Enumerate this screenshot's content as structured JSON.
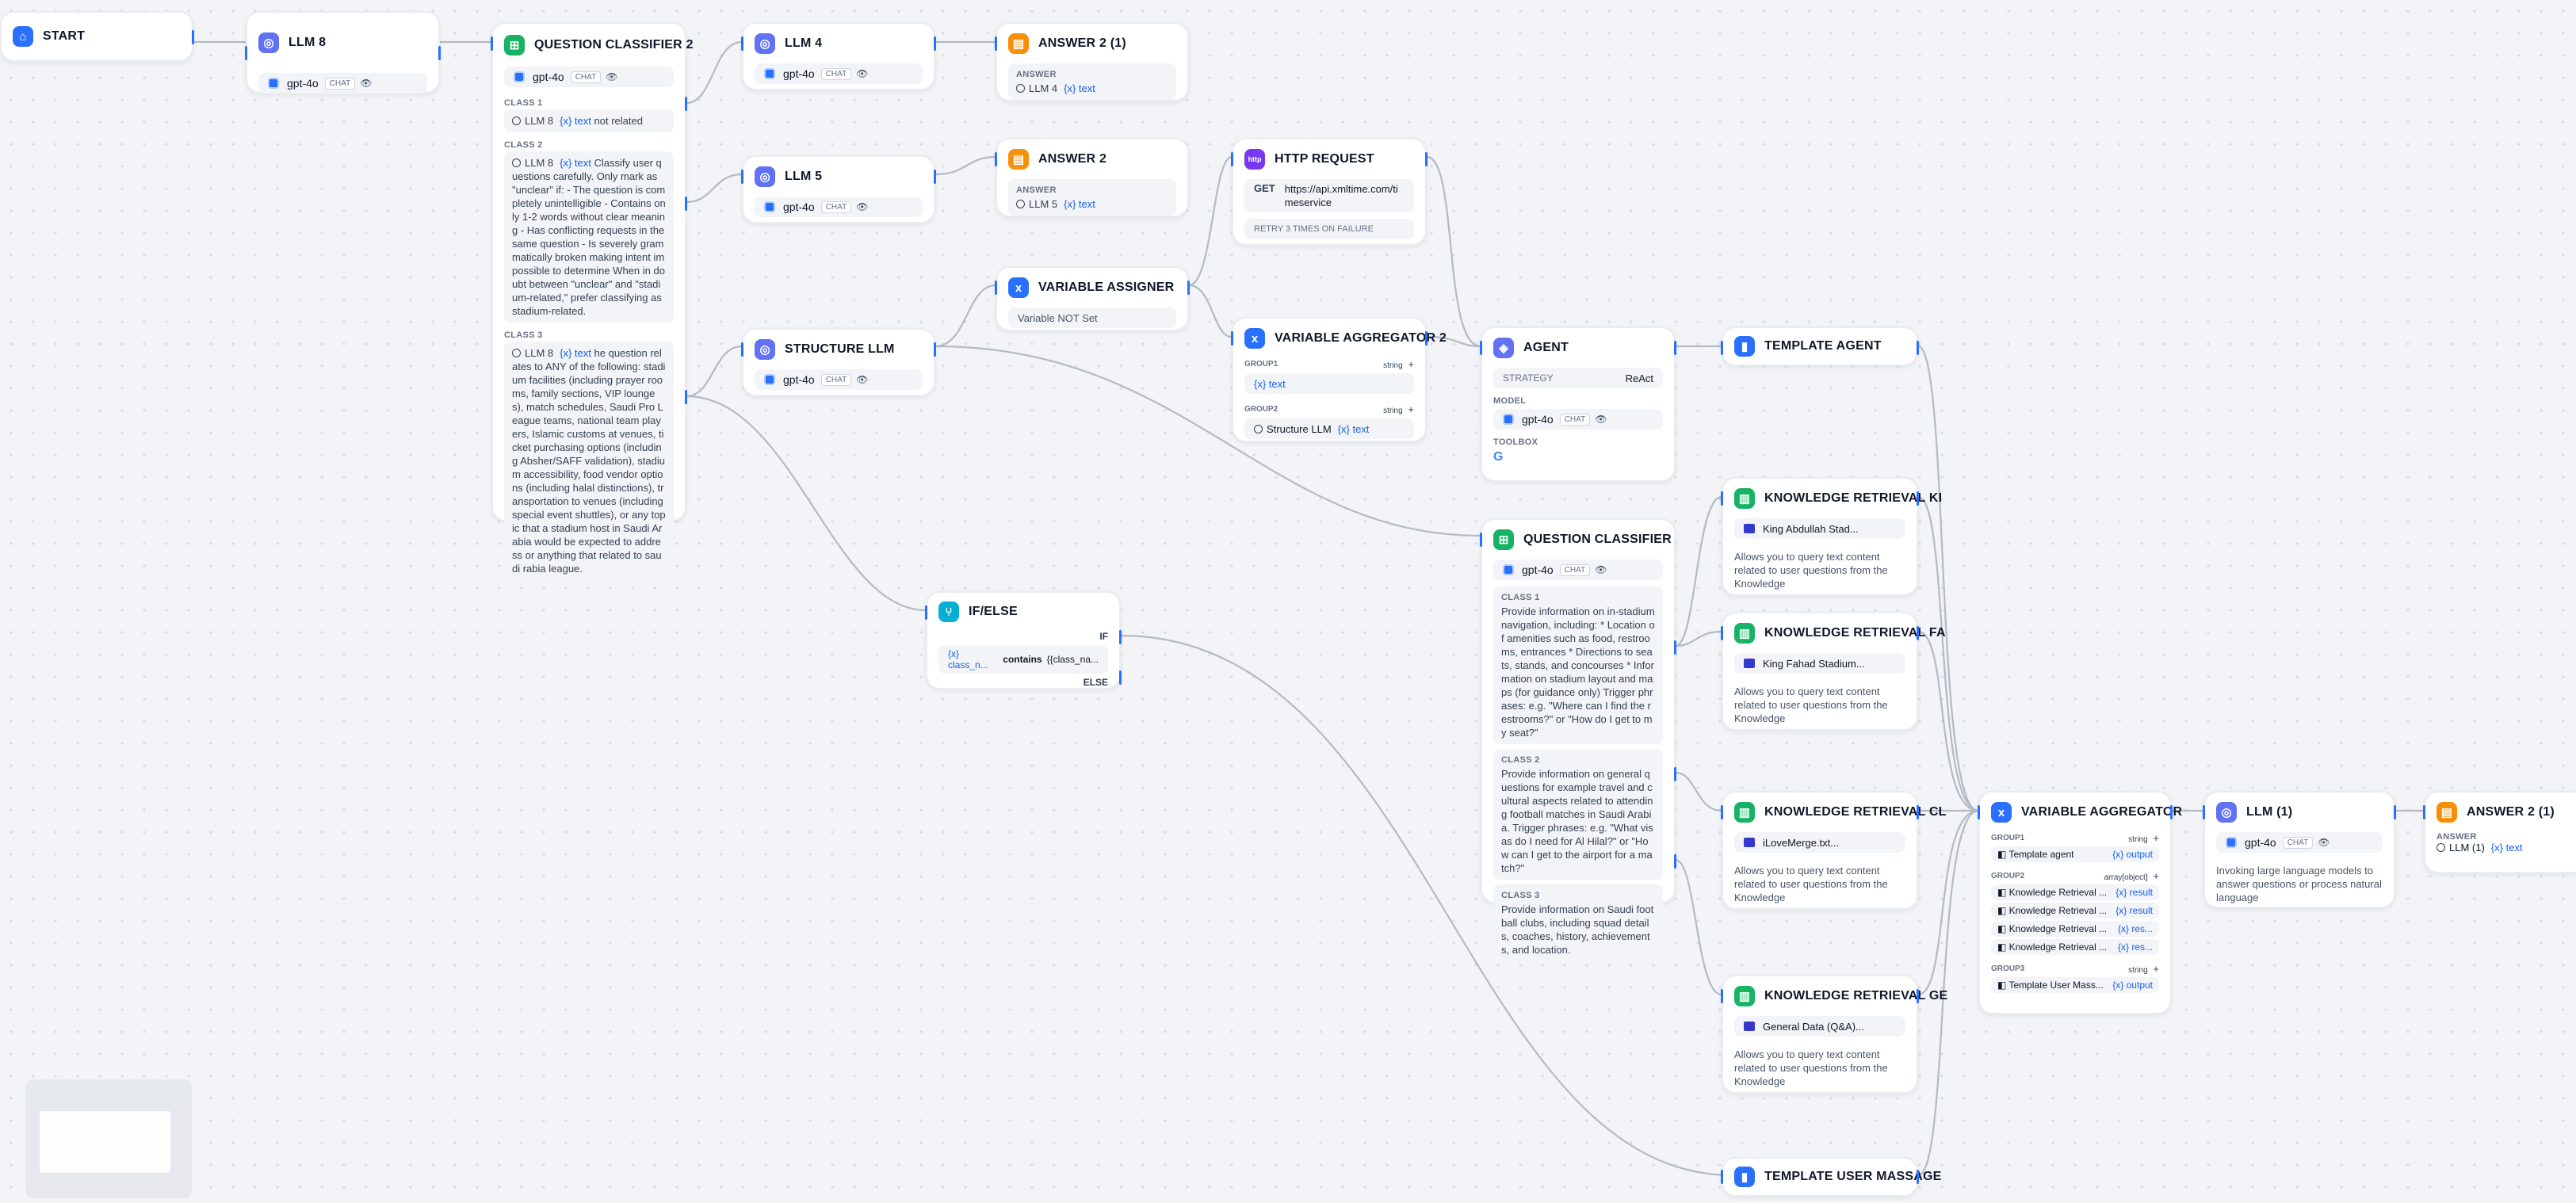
{
  "nodes": {
    "start": {
      "title": "START"
    },
    "llm8": {
      "title": "LLM 8",
      "model": "gpt-4o",
      "mode": "CHAT"
    },
    "qc2": {
      "title": "QUESTION CLASSIFIER 2",
      "model": "gpt-4o",
      "mode": "CHAT",
      "class1": {
        "label": "CLASS 1",
        "ref": "LLM 8",
        "var": "{x} text",
        "text": "not related"
      },
      "class2": {
        "label": "CLASS 2",
        "ref": "LLM 8",
        "var": "{x} text",
        "text": "Classify user questions carefully. Only mark as \"unclear\" if: - The question is completely unintelligible - Contains only 1-2 words without clear meaning - Has conflicting requests in the same question - Is severely grammatically broken making intent impossible to determine When in doubt between \"unclear\" and \"stadium-related,\" prefer classifying as stadium-related."
      },
      "class3": {
        "label": "CLASS 3",
        "ref": "LLM 8",
        "var": "{x} text",
        "text": "he question relates to ANY of the following: stadium facilities (including prayer rooms, family sections, VIP lounges), match schedules, Saudi Pro League teams, national team players, Islamic customs at venues, ticket purchasing options (including Absher/SAFF validation), stadium accessibility, food vendor options (including halal distinctions), transportation to venues (including special event shuttles), or any topic that a stadium host in Saudi Arabia would be expected to address or anything that related to saudi rabia league."
      }
    },
    "llm4": {
      "title": "LLM 4",
      "model": "gpt-4o",
      "mode": "CHAT"
    },
    "llm5": {
      "title": "LLM 5",
      "model": "gpt-4o",
      "mode": "CHAT"
    },
    "structure_llm": {
      "title": "STRUCTURE LLM",
      "model": "gpt-4o",
      "mode": "CHAT"
    },
    "answer21": {
      "title": "ANSWER 2 (1)",
      "label": "ANSWER",
      "ref": "LLM 4",
      "var": "{x} text"
    },
    "answer2": {
      "title": "ANSWER 2",
      "label": "ANSWER",
      "ref": "LLM 5",
      "var": "{x} text"
    },
    "http": {
      "title": "HTTP REQUEST",
      "method": "GET",
      "url": "https://api.xmltime.com/timeservice",
      "retry": "RETRY 3 TIMES ON FAILURE"
    },
    "var_assigner": {
      "title": "VARIABLE ASSIGNER",
      "text": "Variable NOT Set"
    },
    "var_agg2": {
      "title": "VARIABLE AGGREGATOR 2",
      "group1": {
        "label": "GROUP1",
        "type": "string",
        "var": "{x} text"
      },
      "group2": {
        "label": "GROUP2",
        "type": "string",
        "ref": "Structure LLM",
        "var": "{x} text"
      }
    },
    "agent": {
      "title": "AGENT",
      "strategy_label": "STRATEGY",
      "strategy": "ReAct",
      "model_label": "MODEL",
      "model": "gpt-4o",
      "mode": "CHAT",
      "toolbox_label": "TOOLBOX",
      "tool_icon": "G"
    },
    "template_agent": {
      "title": "TEMPLATE AGENT"
    },
    "ifelse": {
      "title": "IF/ELSE",
      "if_label": "IF",
      "var": "{x} class_n...",
      "op": "contains",
      "value": "{{class_na...",
      "else_label": "ELSE"
    },
    "qc": {
      "title": "QUESTION CLASSIFIER",
      "model": "gpt-4o",
      "mode": "CHAT",
      "class1": {
        "label": "CLASS 1",
        "text": "Provide information on in-stadium navigation, including: * Location of amenities such as food, restrooms, entrances * Directions to seats, stands, and concourses * Information on stadium layout and maps (for guidance only) Trigger phrases: e.g. \"Where can I find the restrooms?\" or \"How do I get  to my seat?\""
      },
      "class2": {
        "label": "CLASS 2",
        "text": "Provide information on general questions for example travel and cultural aspects related to  attending football matches in Saudi Arabia. Trigger phrases: e.g. \"What visas do I need for Al Hilal?\" or \"How can I get to the airport for a match?\""
      },
      "class3": {
        "label": "CLASS 3",
        "text": "Provide information on Saudi football clubs, including squad details,  coaches, history, achievements, and location."
      }
    },
    "kr_ki": {
      "title": "KNOWLEDGE RETRIEVAL KI",
      "dataset": "King Abdullah Stad...",
      "desc": "Allows you to query text content related to user questions from the Knowledge"
    },
    "kr_fa": {
      "title": "KNOWLEDGE RETRIEVAL FA",
      "dataset": "King Fahad Stadium...",
      "desc": "Allows you to query text content related to user questions from the Knowledge"
    },
    "kr_cl": {
      "title": "KNOWLEDGE RETRIEVAL CL",
      "dataset": "iLoveMerge.txt...",
      "desc": "Allows you to query text content related to user questions from the Knowledge"
    },
    "kr_ge": {
      "title": "KNOWLEDGE RETRIEVAL GE",
      "dataset": "General Data (Q&A)...",
      "desc": "Allows you to query text content related to user questions from the Knowledge"
    },
    "template_user": {
      "title": "TEMPLATE USER MASSAGE"
    },
    "var_agg": {
      "title": "VARIABLE AGGREGATOR",
      "group1": {
        "label": "GROUP1",
        "type": "string",
        "items": [
          {
            "ref": "Template agent",
            "var": "{x} output"
          }
        ]
      },
      "group2": {
        "label": "GROUP2",
        "type": "array[object]",
        "items": [
          {
            "ref": "Knowledge Retrieval ...",
            "var": "{x} result"
          },
          {
            "ref": "Knowledge Retrieval ...",
            "var": "{x} result"
          },
          {
            "ref": "Knowledge Retrieval ...",
            "var": "{x} res..."
          },
          {
            "ref": "Knowledge Retrieval ...",
            "var": "{x} res..."
          }
        ]
      },
      "group3": {
        "label": "GROUP3",
        "type": "string",
        "items": [
          {
            "ref": "Template User Mass...",
            "var": "{x} output"
          }
        ]
      }
    },
    "llm1": {
      "title": "LLM (1)",
      "model": "gpt-4o",
      "mode": "CHAT",
      "desc": "Invoking large language models to answer questions or process natural language"
    },
    "answer2b": {
      "title": "ANSWER 2 (1)",
      "label": "ANSWER",
      "ref": "LLM (1)",
      "var": "{x} text"
    }
  },
  "plus": "+",
  "colors": {
    "edge": "#b4bac4",
    "handle": "#2970ff",
    "var": "#155eef"
  },
  "icons": {
    "llm": "llm-brain-icon",
    "classifier": "classifier-icon",
    "answer": "answer-chat-icon",
    "http": "http-icon",
    "variable": "variable-x-icon",
    "agent": "agent-icon",
    "knowledge": "knowledge-book-icon",
    "ifelse": "branch-icon",
    "start": "home-icon",
    "template": "template-icon"
  }
}
